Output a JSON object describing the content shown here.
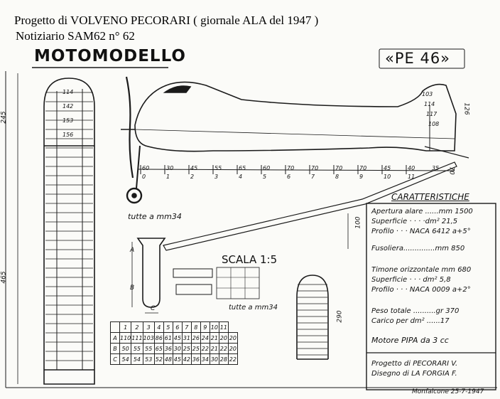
{
  "header": {
    "line1": "Progetto di VOLVENO  PECORARI  ( giornale ALA del 1947 )",
    "line2": "Notiziario SAM62    n° 62"
  },
  "drawing": {
    "title_left": "MOTOMODELLO",
    "title_right": "«PE 46»",
    "wing_note": "tutte a mm34",
    "tail_note": "tutte a mm34",
    "scale": "SCALA 1:5",
    "section_labels": [
      "A",
      "B",
      "C"
    ],
    "dim_labels": {
      "wing_top": "245",
      "wing_total": "465",
      "tail_height": "290",
      "fin_side": "100",
      "rudder": "126",
      "tail_base": "70",
      "wing_ribs": [
        "114",
        "142",
        "153",
        "156"
      ],
      "fin_ribs": [
        "103",
        "114",
        "117",
        "108"
      ]
    },
    "fuselage_stations": [
      "60",
      "30",
      "45",
      "55",
      "65",
      "60",
      "70",
      "70",
      "70",
      "70",
      "45",
      "40",
      "35"
    ],
    "fuselage_numbers": [
      "0",
      "1",
      "2",
      "3",
      "4",
      "5",
      "6",
      "7",
      "8",
      "9",
      "10",
      "11"
    ]
  },
  "specs": {
    "heading": "CARATTERISTICHE",
    "lines": [
      "Apertura alare ......mm 1500",
      "Superficie  ·  ·  ·  ·dm² 21,5",
      "Profilo  ·  ·  ·  NACA 6412 a+5°",
      "Fusoliera..............mm 850",
      "Timone orizzontale mm 680",
      "Superficie  ·  ·  ·  dm² 5,8",
      "Profilo  ·  ·  ·  NACA 0009 a+2°",
      "Peso totale ..........gr 370",
      "Carico per dm² ......17",
      "Motore PIPA da 3 cc",
      "Progetto di  PECORARI V.",
      "Disegno di  LA FORGIA F."
    ],
    "date": "Monfalcone 25-7-1947"
  },
  "rib_table": {
    "header": [
      "",
      "1",
      "2",
      "3",
      "4",
      "5",
      "6",
      "7",
      "8",
      "9",
      "10",
      "11"
    ],
    "rows": [
      [
        "A",
        "110",
        "111",
        "103",
        "86",
        "61",
        "45",
        "31",
        "26",
        "24",
        "21",
        "20",
        "20"
      ],
      [
        "B",
        "50",
        "55",
        "55",
        "65",
        "36",
        "30",
        "25",
        "25",
        "22",
        "21",
        "22",
        "20"
      ],
      [
        "C",
        "54",
        "54",
        "53",
        "52",
        "48",
        "45",
        "42",
        "36",
        "34",
        "30",
        "28",
        "22"
      ]
    ]
  }
}
